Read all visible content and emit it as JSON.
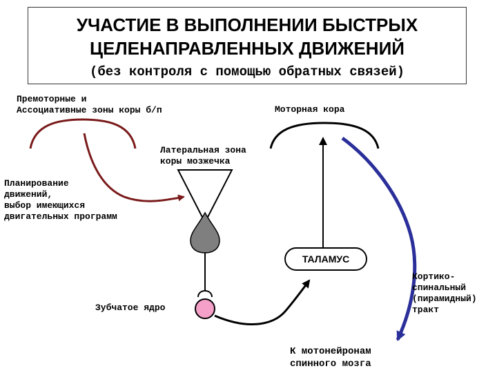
{
  "title": {
    "line1": "УЧАСТИЕ В ВЫПОЛНЕНИИ БЫСТРЫХ",
    "line2": "ЦЕЛЕНАПРАВЛЕННЫХ ДВИЖЕНИЙ",
    "line3": "(без контроля с помощью обратных связей)"
  },
  "labels": {
    "premotor": [
      "Премоторные и",
      "Ассоциативные зоны коры б/п"
    ],
    "motor_cortex": "Моторная кора",
    "lateral_cerebellum": [
      "Латеральная зона",
      "коры мозжечка"
    ],
    "planning": [
      "Планирование",
      "движений,",
      "выбор имеющихся",
      "двигательных программ"
    ],
    "thalamus": "ТАЛАМУС",
    "dentate": "Зубчатое ядро",
    "corticospinal": [
      "Кортико-",
      "спинальный",
      "(пирамидный)",
      "тракт"
    ],
    "motoneurons": [
      "К мотонейронам",
      "спинного мозга"
    ]
  },
  "colors": {
    "dark_red": "#7a1a1a",
    "blue": "#2b2f9a",
    "pink": "#f4a0c8",
    "gray": "#7f7f7f"
  }
}
